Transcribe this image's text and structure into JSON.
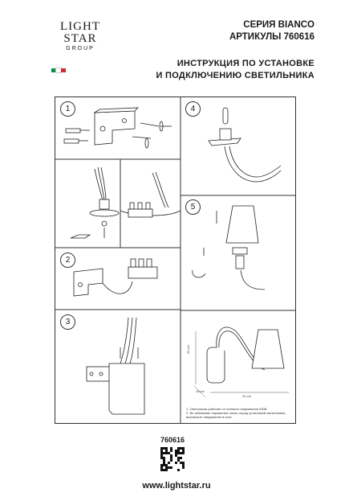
{
  "brand": {
    "line1": "LIGHT",
    "line2": "STAR",
    "line3": "GROUP",
    "flag_colors": [
      "#009246",
      "#ffffff",
      "#ce2b37"
    ]
  },
  "header": {
    "series": "СЕРИЯ BIANCO",
    "articles": "АРТИКУЛЫ 760616",
    "title_line1": "ИНСТРУКЦИЯ ПО УСТАНОВКЕ",
    "title_line2": "И ПОДКЛЮЧЕНИЮ СВЕТИЛЬНИКА"
  },
  "steps": [
    "1",
    "2",
    "3",
    "4",
    "5"
  ],
  "dimensions": {
    "height": "22 cm",
    "width": "31 cm",
    "depth": "15 cm"
  },
  "notes": [
    "1. Светильник работает от сетевого напряжения 230В.",
    "2. Во избежание поражения током, перед установкой светильника, выключите напряжение в сети."
  ],
  "footer": {
    "article": "760616",
    "website": "www.lightstar.ru"
  }
}
